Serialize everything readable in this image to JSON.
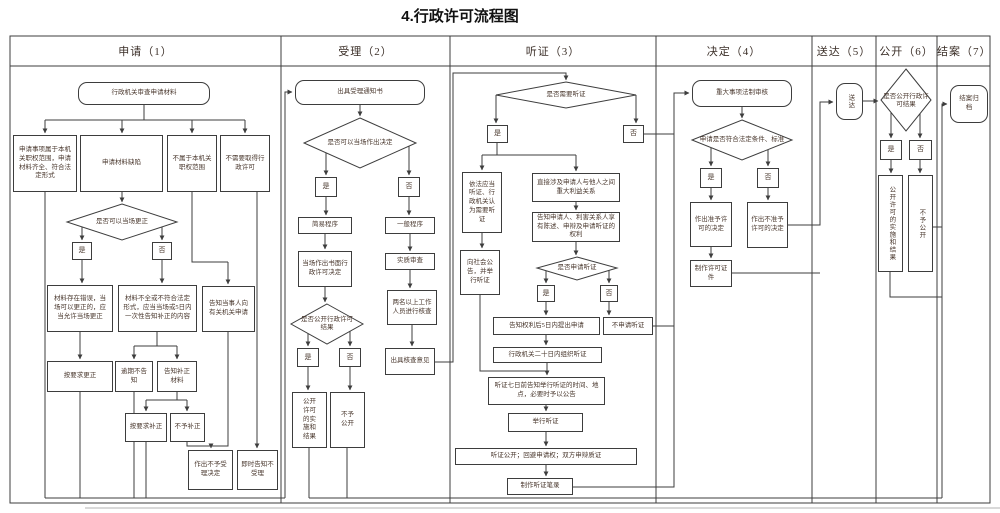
{
  "title": "4.行政许可流程图",
  "labels": {
    "yes": "是",
    "no": "否"
  },
  "columns": [
    "申请（1）",
    "受理（2）",
    "听证（3）",
    "决定（4）",
    "送达（5）",
    "公开（6）",
    "结案（7）"
  ],
  "nodes": {
    "review_materials": "行政机关审查申请材料",
    "valid_application": "申请事项属于本机关职权范围，申请材料齐全、符合法定形式",
    "defective_materials": "申请材料缺陷",
    "outside_authority": "不属于本机关职权范围",
    "no_license_needed": "不需要取得行政许可",
    "d_onsite_correction": "是否可以当场更正",
    "error_correctable": "材料存在错误，当场可以更正的，应当允许当场更正",
    "incomplete_materials": "材料不全或不符合法定形式，应当当场或5日内一次性告知补正的内容",
    "tell_apply_elsewhere": "告知当事人向有关机关申请",
    "correct_as_required": "按要求更正",
    "overdue_no_notice": "逾期不告知",
    "notify_supplement": "告知补正材料",
    "supplement_as_required": "按要求补正",
    "refuse_supplement": "不予补正",
    "decide_not_accept": "作出不予受理决定",
    "immediate_not_accept": "即时告知不受理",
    "acceptance_notice": "出具受理通知书",
    "d_onsite_decision": "是否可以当场作出决定",
    "simple_procedure": "简易程序",
    "general_procedure": "一般程序",
    "onsite_written_decision": "当场作出书面行政许可决定",
    "substantive_review": "实质审查",
    "two_staff_verify": "两名以上工作人员进行核查",
    "d_publicize_result_2": "是否公开行政许可结果",
    "publicize_implementation_2": "公开许可的实施和结果",
    "not_publicize_2": "不予公开",
    "verification_opinion": "出具核查意见",
    "d_need_hearing": "是否需要听证",
    "hearing_by_law": "依法应当听证、行政机关认为需要听证",
    "major_interest": "直接涉及申请人与他人之间重大利益关系",
    "inform_rights": "告知申请人、利害关系人享有陈述、申辩及申请听证的权利",
    "public_announcement": "向社会公告，并举行听证",
    "d_apply_hearing": "是否申请听证",
    "apply_within_5days": "告知权利后5日内提出申请",
    "no_hearing_request": "不申请听证",
    "organize_hearing_20days": "行政机关二十日内组织听证",
    "notify_7days_before": "听证七日前告知举行听证的时间、地点，必要时予以公告",
    "hold_hearing": "举行听证",
    "hearing_rules": "听证公开；回避申请权；双方申辩质证",
    "hearing_transcript": "制作听证笔录",
    "legal_review": "重大事项法制审核",
    "d_meet_conditions": "申请是否符合法定条件、标准",
    "grant_decision": "作出准予许可的决定",
    "deny_decision": "作出不准予许可的决定",
    "make_certificate": "制作许可证件",
    "delivery": "送达",
    "d_publicize_result_6": "是否公开行政许可结果",
    "publicize_implementation_6": "公开许可的实施和结果",
    "not_publicize_6": "不予公开",
    "close_file": "结案归档"
  },
  "colors": {
    "line": "#3d3d3d",
    "text": "#4a382e",
    "background": "#ffffff"
  }
}
